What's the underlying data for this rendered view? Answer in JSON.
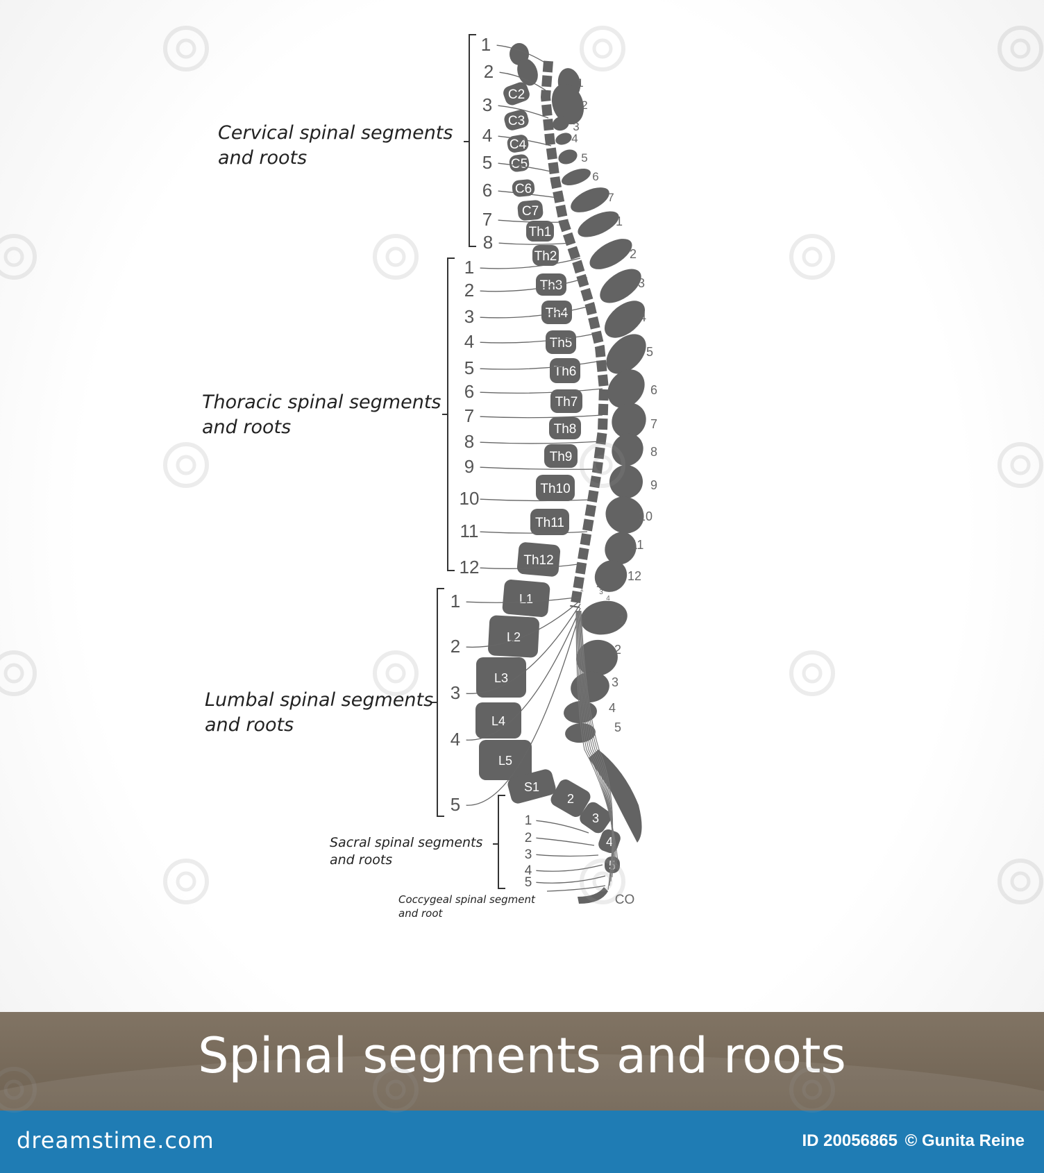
{
  "diagram": {
    "regions": {
      "cervical": "Cervical spinal segments\nand roots",
      "thoracic": "Thoracic spinal segments\nand roots",
      "lumbal": "Lumbal spinal segments\nand roots",
      "sacral": "Sacral spinal segments\nand roots",
      "coccygeal": "Coccygeal spinal segment\nand root"
    },
    "vertebrae": [
      "C2",
      "C3",
      "C4",
      "C5",
      "C6",
      "C7",
      "Th1",
      "Th2",
      "Th3",
      "Th4",
      "Th5",
      "Th6",
      "Th7",
      "Th8",
      "Th9",
      "Th10",
      "Th11",
      "Th12",
      "L1",
      "L2",
      "L3",
      "L4",
      "L5",
      "S1",
      "2",
      "3",
      "4",
      "5"
    ],
    "coccyx_label": "CO",
    "cervical_roots": [
      "1",
      "2",
      "3",
      "4",
      "5",
      "6",
      "7",
      "8"
    ],
    "thoracic_roots": [
      "1",
      "2",
      "3",
      "4",
      "5",
      "6",
      "7",
      "8",
      "9",
      "10",
      "11",
      "12"
    ],
    "lumbal_roots": [
      "1",
      "2",
      "3",
      "4",
      "5"
    ],
    "sacral_roots": [
      "1",
      "2",
      "3",
      "4",
      "5"
    ],
    "spinous_cervical": [
      "1",
      "2",
      "3",
      "4",
      "5",
      "6",
      "7"
    ],
    "spinous_thoracic": [
      "1",
      "2",
      "3",
      "4",
      "5",
      "6",
      "7",
      "8",
      "9",
      "10",
      "11",
      "12"
    ],
    "spinous_lumbal": [
      "1",
      "2",
      "3",
      "4",
      "5"
    ],
    "cord_lumbar": [
      "1",
      "2",
      "3",
      "4",
      "5"
    ]
  },
  "title": "Spinal segments and roots",
  "footer": {
    "brand": "dreamstime.com",
    "id_label": "ID 20056865",
    "copyright": "© Gunita Reine"
  },
  "colors": {
    "bone": "#636363",
    "band": "#786b5b",
    "footer": "#1f7cb4"
  }
}
